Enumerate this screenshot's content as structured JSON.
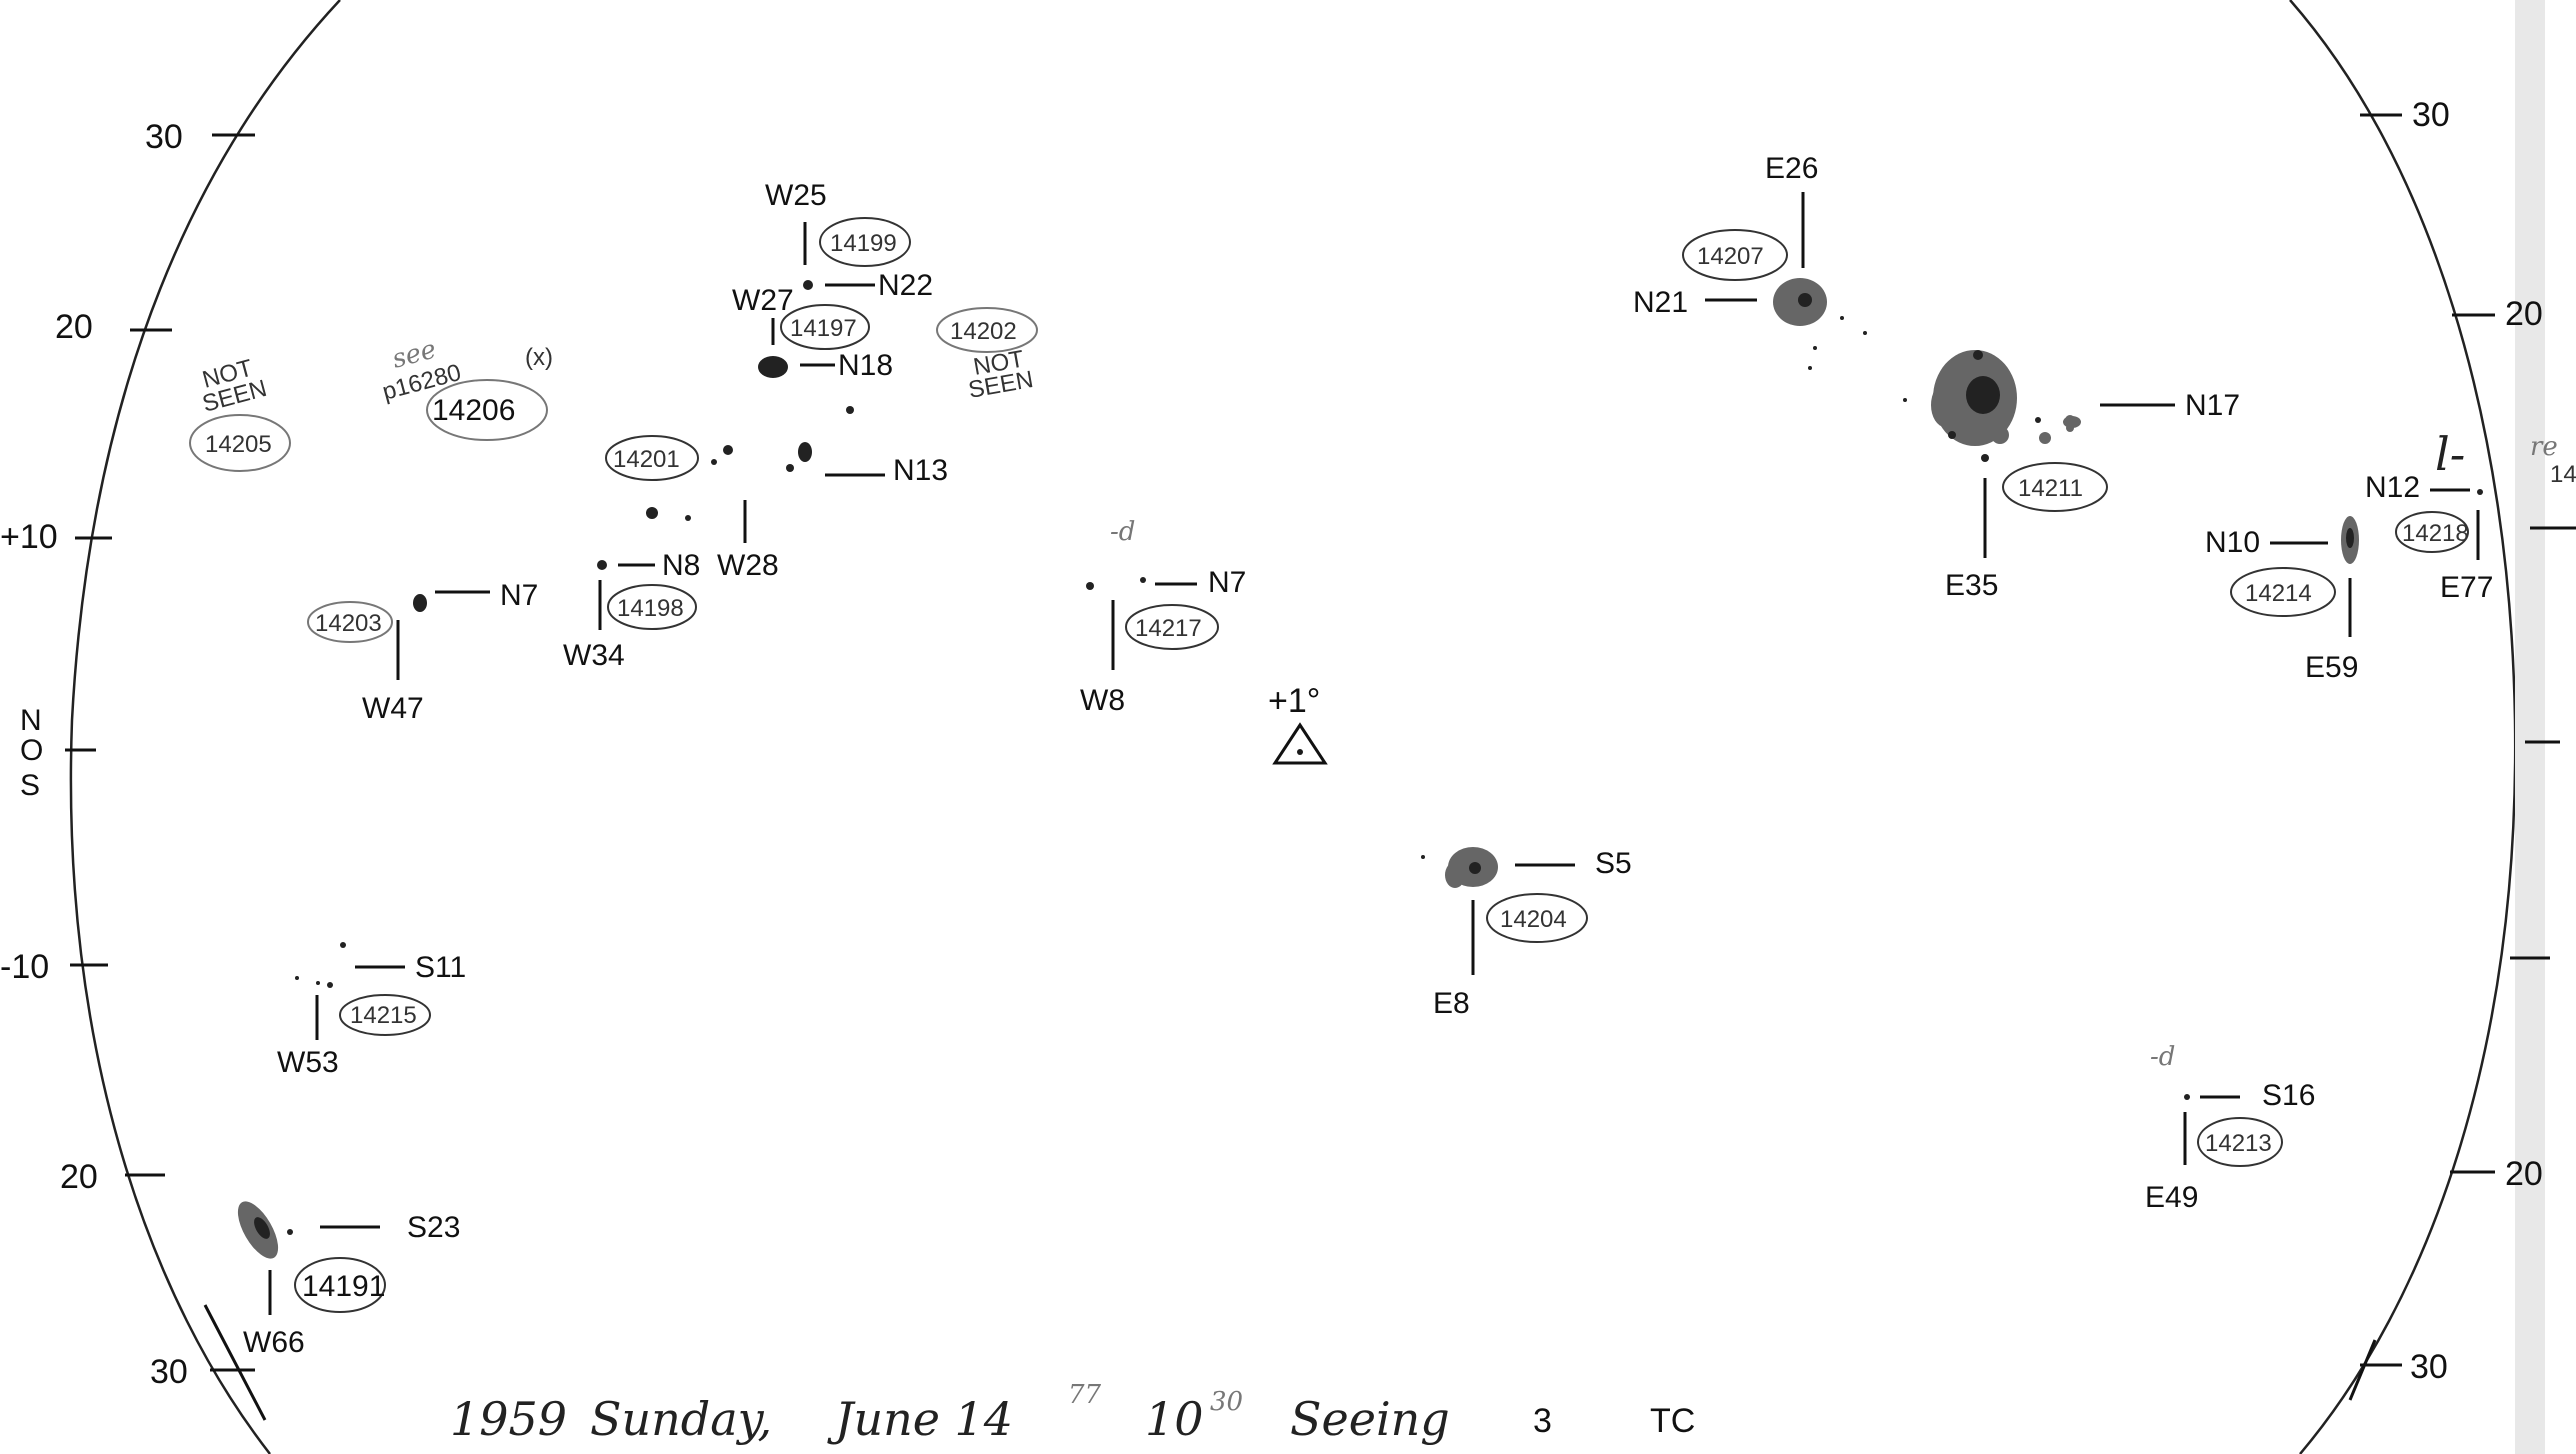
{
  "left_axis": [
    "30",
    "20",
    "+10",
    "-10",
    "20",
    "30"
  ],
  "right_axis": [
    "30",
    "20",
    "20",
    "30"
  ],
  "ns_letters": [
    "N",
    "O",
    "S"
  ],
  "center_mark": "+1°",
  "note_not_seen": [
    "NOT",
    "SEEN"
  ],
  "note_see": [
    "see",
    "p16280",
    "(x)"
  ],
  "regions": [
    {
      "id": "14205"
    },
    {
      "id": "14206"
    },
    {
      "id": "14199",
      "lon": "W25"
    },
    {
      "id": "14197",
      "lon": "W27",
      "lat": "N22"
    },
    {
      "id": "14202"
    },
    {
      "id": "14201",
      "lat": "N18"
    },
    {
      "id": "14198",
      "lon": "W28",
      "lat": "N13"
    },
    {
      "id": "14203",
      "lon": "W34",
      "lat": "N8"
    },
    {
      "id": "14217",
      "lon": "W47",
      "lat": "N7"
    },
    {
      "id": "14207",
      "lon": "W8",
      "lat": "N7"
    },
    {
      "id": "14211",
      "lon": "E26",
      "lat": "N21"
    },
    {
      "id": "14218",
      "lon": "E35",
      "lat": "N17"
    },
    {
      "id": "14214",
      "lon": "E77",
      "lat": "N12"
    },
    {
      "id": "14204",
      "lon": "E59",
      "lat": "N10"
    },
    {
      "id": "14215",
      "lon": "E8",
      "lat": "S5"
    },
    {
      "id": "14213",
      "lon": "W53",
      "lat": "S11"
    },
    {
      "id": "14191",
      "lon": "E49",
      "lat": "S16"
    }
  ],
  "w66": "W66",
  "s23": "S23",
  "margin_marks": [
    "-d",
    "-d",
    "l-",
    "re",
    "14"
  ],
  "footer": {
    "year": "1959",
    "day": "Sunday,",
    "date": "June 14",
    "date_sup": "77",
    "time": "10",
    "time_sup": "30",
    "seeing": "Seeing",
    "seeing_value": "3",
    "observer": "TC"
  }
}
